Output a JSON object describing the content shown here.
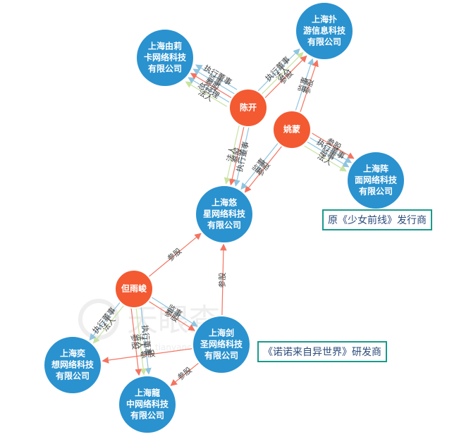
{
  "watermark": {
    "logo_text": "天眼查",
    "url_text": "tianyancha.com"
  },
  "colors": {
    "company": "#2a92cf",
    "company_stroke": "#ffffff",
    "person": "#f35a32",
    "edge_invest": "#f47360",
    "edge_role": "#8fc5e0",
    "edge_legal": "#c9e3a2",
    "edge_exec": "#8fc5e0"
  },
  "nodes": [
    {
      "id": "youli",
      "type": "company",
      "label_lines": [
        "上海由莉",
        "卡网络科技",
        "有限公司"
      ]
    },
    {
      "id": "pu",
      "type": "company",
      "label_lines": [
        "上海扑",
        "游信息科技",
        "有限公司"
      ]
    },
    {
      "id": "chenkai",
      "type": "person",
      "label_lines": [
        "陈开"
      ]
    },
    {
      "id": "yaomeng",
      "type": "person",
      "label_lines": [
        "姚蒙"
      ]
    },
    {
      "id": "zhen",
      "type": "company",
      "label_lines": [
        "上海阵",
        "面网络科技",
        "有限公司"
      ]
    },
    {
      "id": "youxing",
      "type": "company",
      "label_lines": [
        "上海悠",
        "星网络科技",
        "有限公司"
      ]
    },
    {
      "id": "danyujun",
      "type": "person",
      "label_lines": [
        "但雨峻"
      ]
    },
    {
      "id": "jian",
      "type": "company",
      "label_lines": [
        "上海剑",
        "圣网络科技",
        "有限公司"
      ]
    },
    {
      "id": "yi",
      "type": "company",
      "label_lines": [
        "上海奕",
        "想网络科技",
        "有限公司"
      ]
    },
    {
      "id": "long",
      "type": "company",
      "label_lines": [
        "上海龍",
        "中网络科技",
        "有限公司"
      ]
    }
  ],
  "edges": [
    {
      "from": "chenkai",
      "to": "youli",
      "label": "法人",
      "kind": "legal"
    },
    {
      "from": "chenkai",
      "to": "youli",
      "label": "总经理",
      "kind": "role"
    },
    {
      "from": "chenkai",
      "to": "youli",
      "label": "参股",
      "kind": "invest"
    },
    {
      "from": "chenkai",
      "to": "youli",
      "label": "监事",
      "kind": "role"
    },
    {
      "from": "chenkai",
      "to": "youli",
      "label": "执行董事",
      "kind": "role"
    },
    {
      "from": "chenkai",
      "to": "pu",
      "label": "执行董事",
      "kind": "role"
    },
    {
      "from": "chenkai",
      "to": "pu",
      "label": "法人",
      "kind": "legal"
    },
    {
      "from": "chenkai",
      "to": "pu",
      "label": "参股",
      "kind": "invest"
    },
    {
      "from": "yaomeng",
      "to": "pu",
      "label": "监事",
      "kind": "role"
    },
    {
      "from": "yaomeng",
      "to": "pu",
      "label": "参股",
      "kind": "invest"
    },
    {
      "from": "yaomeng",
      "to": "zhen",
      "label": "参股",
      "kind": "invest"
    },
    {
      "from": "yaomeng",
      "to": "zhen",
      "label": "执行董事",
      "kind": "role"
    },
    {
      "from": "yaomeng",
      "to": "zhen",
      "label": "监事",
      "kind": "role"
    },
    {
      "from": "yaomeng",
      "to": "zhen",
      "label": "法人",
      "kind": "legal"
    },
    {
      "from": "chenkai",
      "to": "youxing",
      "label": "执行董事",
      "kind": "role"
    },
    {
      "from": "chenkai",
      "to": "youxing",
      "label": "参股",
      "kind": "invest"
    },
    {
      "from": "chenkai",
      "to": "youxing",
      "label": "法人",
      "kind": "legal"
    },
    {
      "from": "yaomeng",
      "to": "youxing",
      "label": "参股",
      "kind": "invest"
    },
    {
      "from": "yaomeng",
      "to": "youxing",
      "label": "监事",
      "kind": "role"
    },
    {
      "from": "danyujun",
      "to": "youxing",
      "label": "参股",
      "kind": "invest"
    },
    {
      "from": "jian",
      "to": "youxing",
      "label": "参股",
      "kind": "invest"
    },
    {
      "from": "danyujun",
      "to": "jian",
      "label": "监事",
      "kind": "role"
    },
    {
      "from": "danyujun",
      "to": "jian",
      "label": "参股",
      "kind": "invest"
    },
    {
      "from": "danyujun",
      "to": "yi",
      "label": "法人",
      "kind": "legal"
    },
    {
      "from": "danyujun",
      "to": "yi",
      "label": "执行董事",
      "kind": "role"
    },
    {
      "from": "danyujun",
      "to": "long",
      "label": "执行董事",
      "kind": "role"
    },
    {
      "from": "danyujun",
      "to": "long",
      "label": "法人",
      "kind": "legal"
    },
    {
      "from": "danyujun",
      "to": "long",
      "label": "参股",
      "kind": "invest"
    },
    {
      "from": "jian",
      "to": "yi",
      "label": "参股",
      "kind": "invest"
    },
    {
      "from": "jian",
      "to": "long",
      "label": "参股",
      "kind": "invest"
    }
  ],
  "callouts": [
    {
      "text": "原《少女前线》发行商"
    },
    {
      "text": "《诺诺来自异世界》研发商"
    }
  ]
}
